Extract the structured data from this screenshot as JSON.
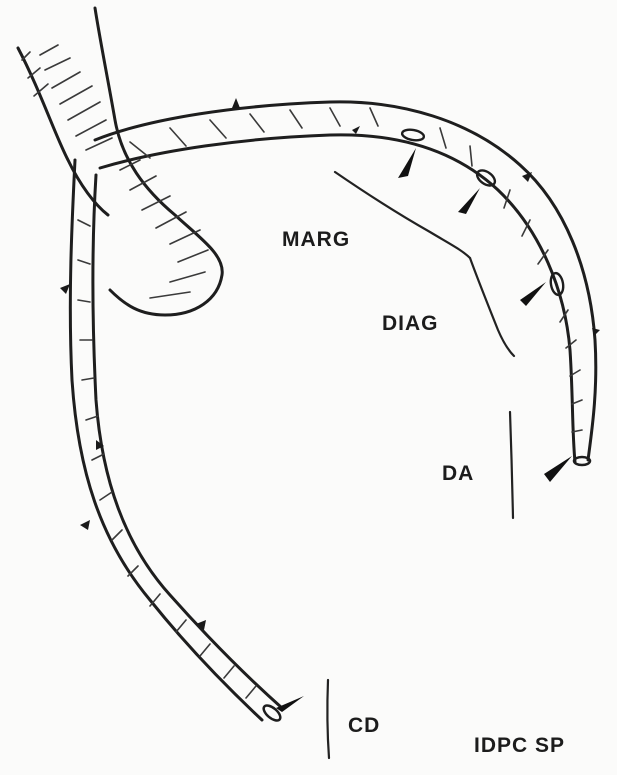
{
  "labels": {
    "marg": "MARG",
    "diag": "DIAG",
    "da": "DA",
    "cd": "CD",
    "idpc": "IDPC SP"
  }
}
